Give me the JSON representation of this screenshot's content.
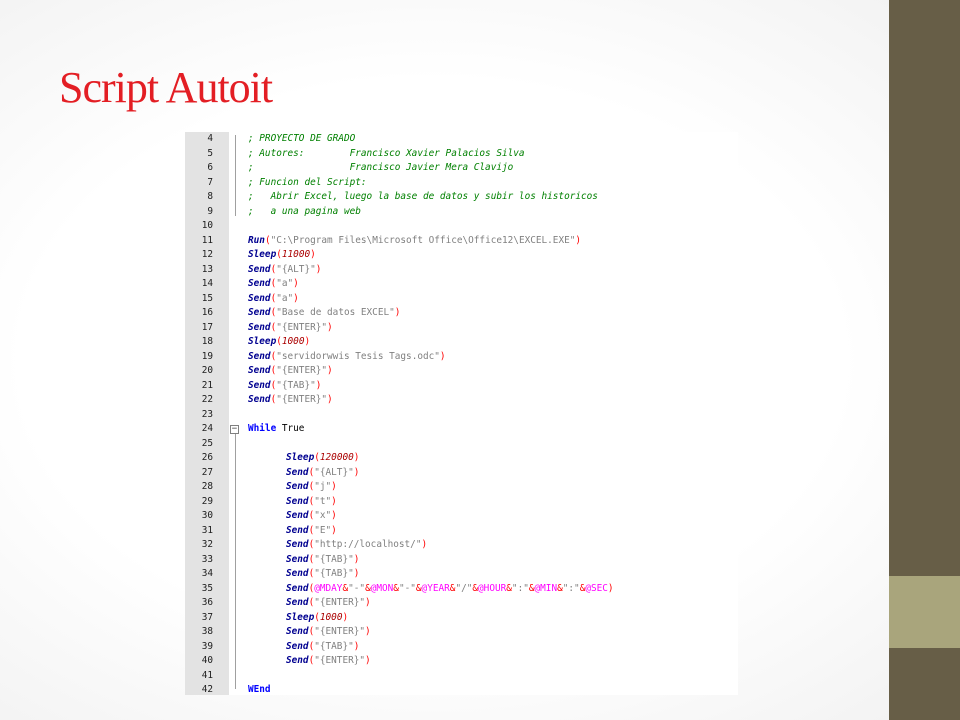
{
  "slide": {
    "title": "Script Autoit",
    "colors": {
      "title": "#e31e24",
      "band_dark": "#675e47",
      "band_light": "#a9a57c"
    }
  },
  "editor": {
    "fold_markers": [
      {
        "line": 4,
        "glyph": ""
      },
      {
        "line": 24,
        "glyph": "−"
      }
    ],
    "lines": [
      {
        "n": "4",
        "indent": 0,
        "tokens": [
          {
            "t": "comment",
            "v": "; PROYECTO DE GRADO"
          }
        ]
      },
      {
        "n": "5",
        "indent": 0,
        "tokens": [
          {
            "t": "comment",
            "v": "; Autores:        Francisco Xavier Palacios Silva"
          }
        ]
      },
      {
        "n": "6",
        "indent": 0,
        "tokens": [
          {
            "t": "comment",
            "v": ";                 Francisco Javier Mera Clavijo"
          }
        ]
      },
      {
        "n": "7",
        "indent": 0,
        "tokens": [
          {
            "t": "comment",
            "v": "; Funcion del Script:"
          }
        ]
      },
      {
        "n": "8",
        "indent": 0,
        "tokens": [
          {
            "t": "comment",
            "v": ";   Abrir Excel, luego la base de datos y subir los historicos"
          }
        ]
      },
      {
        "n": "9",
        "indent": 0,
        "tokens": [
          {
            "t": "comment",
            "v": ";   a una pagina web"
          }
        ]
      },
      {
        "n": "10",
        "indent": 0,
        "tokens": []
      },
      {
        "n": "11",
        "indent": 0,
        "tokens": [
          {
            "t": "func",
            "v": "Run"
          },
          {
            "t": "par",
            "v": "("
          },
          {
            "t": "str",
            "v": "\"C:\\Program Files\\Microsoft Office\\Office12\\EXCEL.EXE\""
          },
          {
            "t": "par",
            "v": ")"
          }
        ]
      },
      {
        "n": "12",
        "indent": 0,
        "tokens": [
          {
            "t": "func",
            "v": "Sleep"
          },
          {
            "t": "par",
            "v": "("
          },
          {
            "t": "num",
            "v": "11000"
          },
          {
            "t": "par",
            "v": ")"
          }
        ]
      },
      {
        "n": "13",
        "indent": 0,
        "tokens": [
          {
            "t": "func",
            "v": "Send"
          },
          {
            "t": "par",
            "v": "("
          },
          {
            "t": "str",
            "v": "\"{ALT}\""
          },
          {
            "t": "par",
            "v": ")"
          }
        ]
      },
      {
        "n": "14",
        "indent": 0,
        "tokens": [
          {
            "t": "func",
            "v": "Send"
          },
          {
            "t": "par",
            "v": "("
          },
          {
            "t": "str",
            "v": "\"a\""
          },
          {
            "t": "par",
            "v": ")"
          }
        ]
      },
      {
        "n": "15",
        "indent": 0,
        "tokens": [
          {
            "t": "func",
            "v": "Send"
          },
          {
            "t": "par",
            "v": "("
          },
          {
            "t": "str",
            "v": "\"a\""
          },
          {
            "t": "par",
            "v": ")"
          }
        ]
      },
      {
        "n": "16",
        "indent": 0,
        "tokens": [
          {
            "t": "func",
            "v": "Send"
          },
          {
            "t": "par",
            "v": "("
          },
          {
            "t": "str",
            "v": "\"Base de datos EXCEL\""
          },
          {
            "t": "par",
            "v": ")"
          }
        ]
      },
      {
        "n": "17",
        "indent": 0,
        "tokens": [
          {
            "t": "func",
            "v": "Send"
          },
          {
            "t": "par",
            "v": "("
          },
          {
            "t": "str",
            "v": "\"{ENTER}\""
          },
          {
            "t": "par",
            "v": ")"
          }
        ]
      },
      {
        "n": "18",
        "indent": 0,
        "tokens": [
          {
            "t": "func",
            "v": "Sleep"
          },
          {
            "t": "par",
            "v": "("
          },
          {
            "t": "num",
            "v": "1000"
          },
          {
            "t": "par",
            "v": ")"
          }
        ]
      },
      {
        "n": "19",
        "indent": 0,
        "tokens": [
          {
            "t": "func",
            "v": "Send"
          },
          {
            "t": "par",
            "v": "("
          },
          {
            "t": "str",
            "v": "\"servidorwwis Tesis Tags.odc\""
          },
          {
            "t": "par",
            "v": ")"
          }
        ]
      },
      {
        "n": "20",
        "indent": 0,
        "tokens": [
          {
            "t": "func",
            "v": "Send"
          },
          {
            "t": "par",
            "v": "("
          },
          {
            "t": "str",
            "v": "\"{ENTER}\""
          },
          {
            "t": "par",
            "v": ")"
          }
        ]
      },
      {
        "n": "21",
        "indent": 0,
        "tokens": [
          {
            "t": "func",
            "v": "Send"
          },
          {
            "t": "par",
            "v": "("
          },
          {
            "t": "str",
            "v": "\"{TAB}\""
          },
          {
            "t": "par",
            "v": ")"
          }
        ]
      },
      {
        "n": "22",
        "indent": 0,
        "tokens": [
          {
            "t": "func",
            "v": "Send"
          },
          {
            "t": "par",
            "v": "("
          },
          {
            "t": "str",
            "v": "\"{ENTER}\""
          },
          {
            "t": "par",
            "v": ")"
          }
        ]
      },
      {
        "n": "23",
        "indent": 0,
        "tokens": []
      },
      {
        "n": "24",
        "indent": 0,
        "tokens": [
          {
            "t": "kw",
            "v": "While"
          },
          {
            "t": "plain",
            "v": " True"
          }
        ]
      },
      {
        "n": "25",
        "indent": 0,
        "tokens": []
      },
      {
        "n": "26",
        "indent": 1,
        "tokens": [
          {
            "t": "func",
            "v": "Sleep"
          },
          {
            "t": "par",
            "v": "("
          },
          {
            "t": "num",
            "v": "120000"
          },
          {
            "t": "par",
            "v": ")"
          }
        ]
      },
      {
        "n": "27",
        "indent": 1,
        "tokens": [
          {
            "t": "func",
            "v": "Send"
          },
          {
            "t": "par",
            "v": "("
          },
          {
            "t": "str",
            "v": "\"{ALT}\""
          },
          {
            "t": "par",
            "v": ")"
          }
        ]
      },
      {
        "n": "28",
        "indent": 1,
        "tokens": [
          {
            "t": "func",
            "v": "Send"
          },
          {
            "t": "par",
            "v": "("
          },
          {
            "t": "str",
            "v": "\"j\""
          },
          {
            "t": "par",
            "v": ")"
          }
        ]
      },
      {
        "n": "29",
        "indent": 1,
        "tokens": [
          {
            "t": "func",
            "v": "Send"
          },
          {
            "t": "par",
            "v": "("
          },
          {
            "t": "str",
            "v": "\"t\""
          },
          {
            "t": "par",
            "v": ")"
          }
        ]
      },
      {
        "n": "30",
        "indent": 1,
        "tokens": [
          {
            "t": "func",
            "v": "Send"
          },
          {
            "t": "par",
            "v": "("
          },
          {
            "t": "str",
            "v": "\"x\""
          },
          {
            "t": "par",
            "v": ")"
          }
        ]
      },
      {
        "n": "31",
        "indent": 1,
        "tokens": [
          {
            "t": "func",
            "v": "Send"
          },
          {
            "t": "par",
            "v": "("
          },
          {
            "t": "str",
            "v": "\"E\""
          },
          {
            "t": "par",
            "v": ")"
          }
        ]
      },
      {
        "n": "32",
        "indent": 1,
        "tokens": [
          {
            "t": "func",
            "v": "Send"
          },
          {
            "t": "par",
            "v": "("
          },
          {
            "t": "str",
            "v": "\"http://localhost/\""
          },
          {
            "t": "par",
            "v": ")"
          }
        ]
      },
      {
        "n": "33",
        "indent": 1,
        "tokens": [
          {
            "t": "func",
            "v": "Send"
          },
          {
            "t": "par",
            "v": "("
          },
          {
            "t": "str",
            "v": "\"{TAB}\""
          },
          {
            "t": "par",
            "v": ")"
          }
        ]
      },
      {
        "n": "34",
        "indent": 1,
        "tokens": [
          {
            "t": "func",
            "v": "Send"
          },
          {
            "t": "par",
            "v": "("
          },
          {
            "t": "str",
            "v": "\"{TAB}\""
          },
          {
            "t": "par",
            "v": ")"
          }
        ]
      },
      {
        "n": "35",
        "indent": 1,
        "tokens": [
          {
            "t": "func",
            "v": "Send"
          },
          {
            "t": "par",
            "v": "("
          },
          {
            "t": "macro",
            "v": "@MDAY"
          },
          {
            "t": "op",
            "v": "&"
          },
          {
            "t": "str",
            "v": "\"-\""
          },
          {
            "t": "op",
            "v": "&"
          },
          {
            "t": "macro",
            "v": "@MON"
          },
          {
            "t": "op",
            "v": "&"
          },
          {
            "t": "str",
            "v": "\"-\""
          },
          {
            "t": "op",
            "v": "&"
          },
          {
            "t": "macro",
            "v": "@YEAR"
          },
          {
            "t": "op",
            "v": "&"
          },
          {
            "t": "str",
            "v": "\"/\""
          },
          {
            "t": "op",
            "v": "&"
          },
          {
            "t": "macro",
            "v": "@HOUR"
          },
          {
            "t": "op",
            "v": "&"
          },
          {
            "t": "str",
            "v": "\":\""
          },
          {
            "t": "op",
            "v": "&"
          },
          {
            "t": "macro",
            "v": "@MIN"
          },
          {
            "t": "op",
            "v": "&"
          },
          {
            "t": "str",
            "v": "\":\""
          },
          {
            "t": "op",
            "v": "&"
          },
          {
            "t": "macro",
            "v": "@SEC"
          },
          {
            "t": "par",
            "v": ")"
          }
        ]
      },
      {
        "n": "36",
        "indent": 1,
        "tokens": [
          {
            "t": "func",
            "v": "Send"
          },
          {
            "t": "par",
            "v": "("
          },
          {
            "t": "str",
            "v": "\"{ENTER}\""
          },
          {
            "t": "par",
            "v": ")"
          }
        ]
      },
      {
        "n": "37",
        "indent": 1,
        "tokens": [
          {
            "t": "func",
            "v": "Sleep"
          },
          {
            "t": "par",
            "v": "("
          },
          {
            "t": "num",
            "v": "1000"
          },
          {
            "t": "par",
            "v": ")"
          }
        ]
      },
      {
        "n": "38",
        "indent": 1,
        "tokens": [
          {
            "t": "func",
            "v": "Send"
          },
          {
            "t": "par",
            "v": "("
          },
          {
            "t": "str",
            "v": "\"{ENTER}\""
          },
          {
            "t": "par",
            "v": ")"
          }
        ]
      },
      {
        "n": "39",
        "indent": 1,
        "tokens": [
          {
            "t": "func",
            "v": "Send"
          },
          {
            "t": "par",
            "v": "("
          },
          {
            "t": "str",
            "v": "\"{TAB}\""
          },
          {
            "t": "par",
            "v": ")"
          }
        ]
      },
      {
        "n": "40",
        "indent": 1,
        "tokens": [
          {
            "t": "func",
            "v": "Send"
          },
          {
            "t": "par",
            "v": "("
          },
          {
            "t": "str",
            "v": "\"{ENTER}\""
          },
          {
            "t": "par",
            "v": ")"
          }
        ]
      },
      {
        "n": "41",
        "indent": 0,
        "tokens": []
      },
      {
        "n": "42",
        "indent": 0,
        "tokens": [
          {
            "t": "kw",
            "v": "WEnd"
          }
        ]
      }
    ]
  }
}
